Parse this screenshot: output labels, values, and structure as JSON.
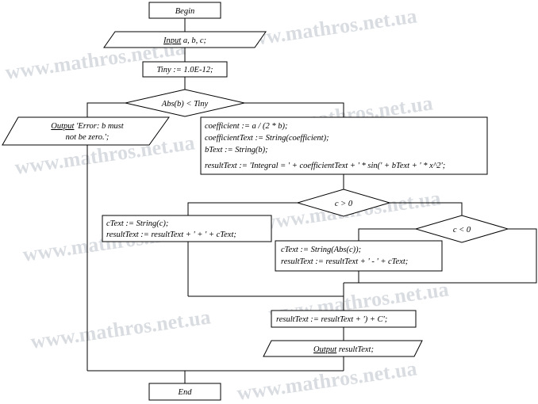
{
  "watermark": "www.mathros.net.ua",
  "nodes": {
    "begin": "Begin",
    "input_kw": "Input",
    "input_rest": " a, b, c;",
    "tiny": "Tiny := 1.0E-12;",
    "cond_abs": "Abs(b) < Tiny",
    "output_kw": "Output",
    "error_line1": " 'Error: b must",
    "error_line2": "not be zero.';",
    "coef_line1": "coefficient := a / (2 * b);",
    "coef_line2": "coefficientText := String(coefficient);",
    "coef_line3": "bText := String(b);",
    "coef_line4": "resultText := 'Integral = ' + coefficientText  + ' * sin(' + bText + ' * x^2';",
    "cond_c_gt": "c > 0",
    "cpos_line1": "cText := String(c);",
    "cpos_line2": "resultText := resultText + ' + ' + cText;",
    "cond_c_lt": "c < 0",
    "cneg_line1": "cText := String(Abs(c));",
    "cneg_line2": "resultText := resultText + ' - ' + cText;",
    "final_concat": "resultText := resultText + ') + C';",
    "output2_kw": "Output",
    "output2_rest": " resultText;",
    "end": "End"
  }
}
